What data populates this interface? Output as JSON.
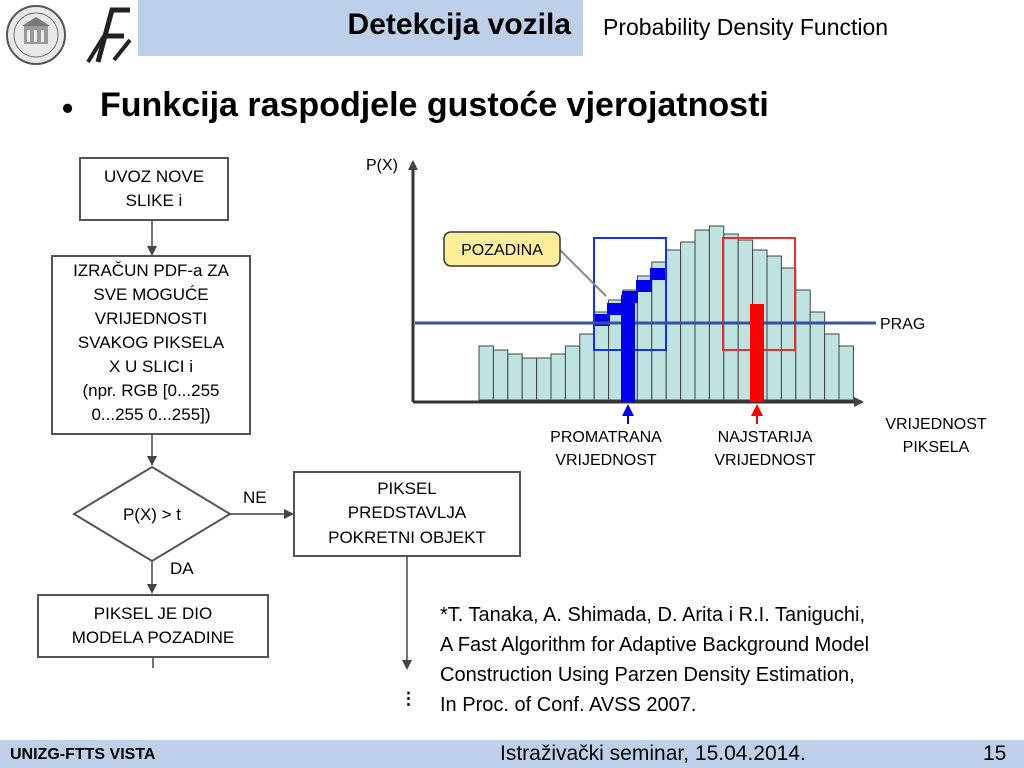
{
  "header": {
    "title": "Detekcija vozila",
    "subtitle": "Probability Density Function"
  },
  "slide": {
    "bullet": "•",
    "heading": "Funkcija raspodjele gustoće vjerojatnosti"
  },
  "flowchart": {
    "box1": [
      "UVOZ NOVE",
      "SLIKE i"
    ],
    "box2": [
      "IZRAČUN PDF-a ZA",
      "SVE MOGUĆE",
      "VRIJEDNOSTI",
      "SVAKOG PIKSELA",
      "X U SLICI i",
      "(npr. RGB [0...255",
      "0...255 0...255])"
    ],
    "decision": "P(X) > t",
    "no_label": "NE",
    "yes_label": "DA",
    "box_no": [
      "PIKSEL",
      "PREDSTAVLJA",
      "POKRETNI OBJEKT"
    ],
    "box_yes": [
      "PIKSEL JE DIO",
      "MODELA POZADINE"
    ],
    "ellipsis": "⋮"
  },
  "histogram": {
    "y_axis_label": "P(X)",
    "x_axis_label": [
      "VRIJEDNOST",
      "PIKSELA"
    ],
    "background_label": "POZADINA",
    "threshold_label": "PRAG",
    "observed_label": [
      "PROMATRANA",
      "VRIJEDNOST"
    ],
    "oldest_label": [
      "NAJSTARIJA",
      "VRIJEDNOST"
    ],
    "bar_heights": [
      0.27,
      0.25,
      0.23,
      0.21,
      0.21,
      0.23,
      0.27,
      0.33,
      0.44,
      0.5,
      0.55,
      0.62,
      0.69,
      0.75,
      0.79,
      0.85,
      0.87,
      0.83,
      0.8,
      0.75,
      0.72,
      0.66,
      0.55,
      0.44,
      0.33,
      0.27
    ],
    "threshold_level": 0.45,
    "colors": {
      "bar_fill": "#bfe3e1",
      "bar_stroke": "#444444",
      "observed": "#0000ee",
      "oldest": "#ff0000",
      "threshold": "#3a4fa8",
      "background_box": "#ffee99"
    }
  },
  "citation": [
    "*T. Tanaka, A. Shimada, D. Arita i R.I. Taniguchi,",
    "A Fast Algorithm for Adaptive Background Model",
    "Construction Using Parzen Density Estimation,",
    "In Proc. of Conf. AVSS 2007."
  ],
  "footer": {
    "left": "UNIZG-FTTS VISTA",
    "center": "Istraživački seminar, 15.04.2014.",
    "page": "15"
  }
}
